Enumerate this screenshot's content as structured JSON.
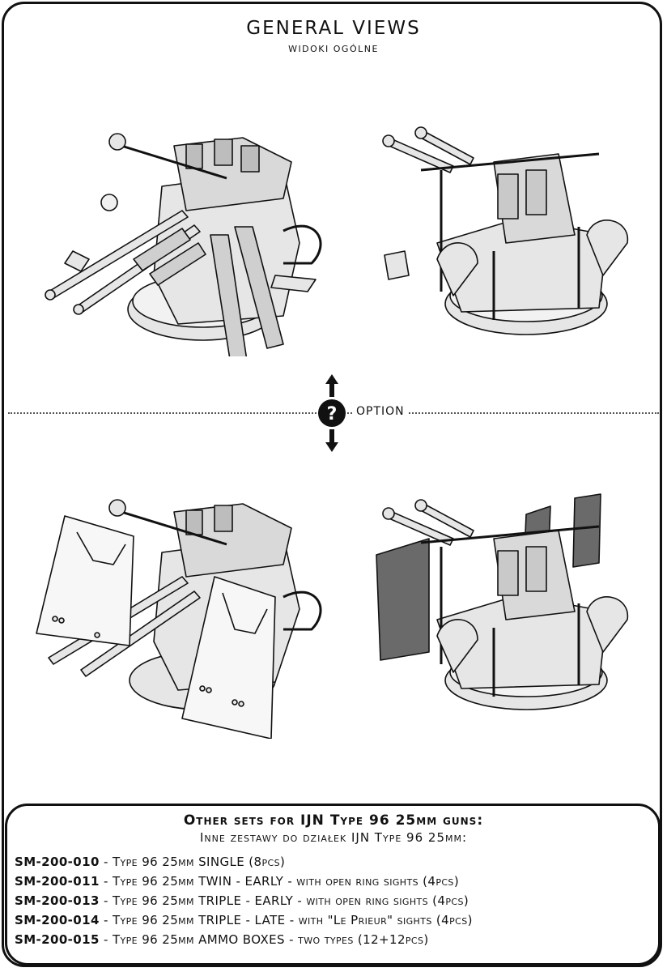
{
  "header": {
    "title": "GENERAL VIEWS",
    "subtitle": "WIDOKI OGÓLNE"
  },
  "option": {
    "label": "OPTION",
    "icon": "question-mark-icon"
  },
  "views": [
    {
      "name": "twin-gun-view-front-left"
    },
    {
      "name": "twin-gun-view-rear-right"
    },
    {
      "name": "twin-gun-shield-view-front-left"
    },
    {
      "name": "twin-gun-shield-view-rear-right"
    }
  ],
  "other_sets": {
    "heading": "Other sets for IJN Type 96 25mm guns:",
    "subheading": "Inne zestawy do działek IJN Type 96 25mm:",
    "items": [
      {
        "code": "SM-200-010",
        "text": " - Type 96 25mm SINGLE (8pcs)"
      },
      {
        "code": "SM-200-011",
        "text": " - Type 96 25mm TWIN - EARLY - with open ring sights (4pcs)"
      },
      {
        "code": "SM-200-013",
        "text": " - Type 96 25mm TRIPLE - EARLY - with open ring sights (4pcs)"
      },
      {
        "code": "SM-200-014",
        "text": " - Type 96 25mm TRIPLE - LATE - with \"Le Prieur\" sights (4pcs)"
      },
      {
        "code": "SM-200-015",
        "text": " - Type 96 25mm AMMO BOXES - two types (12+12pcs)"
      }
    ]
  },
  "colors": {
    "line": "#111111",
    "part_fill": "#e6e6e6",
    "shield_dark": "#6a6a6a"
  }
}
